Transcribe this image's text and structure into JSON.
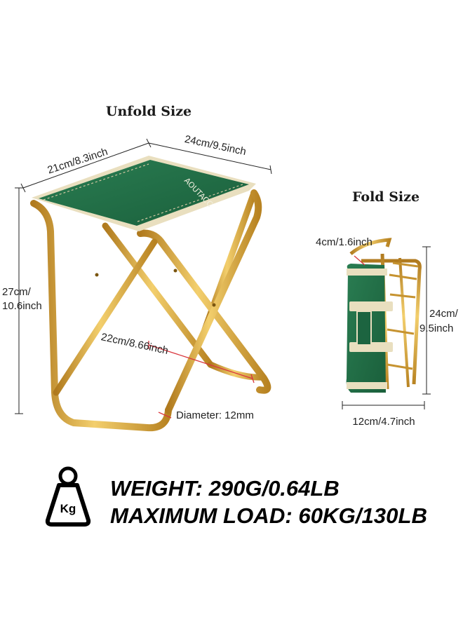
{
  "titles": {
    "unfold": "Unfold Size",
    "fold": "Fold Size"
  },
  "dimensions": {
    "seat_depth": "21cm/8.3inch",
    "seat_width": "24cm/9.5inch",
    "height_cm": "27cm/",
    "height_in": "10.6inch",
    "leg_span": "22cm/8.66inch",
    "tube_diameter": "Diameter: 12mm",
    "fold_thickness": "4cm/1.6inch",
    "fold_height_cm": "24cm/",
    "fold_height_in": "9.5inch",
    "fold_width": "12cm/4.7inch"
  },
  "specs": {
    "weight": "WEIGHT: 290G/0.64LB",
    "max_load": "MAXIMUM LOAD: 60KG/130LB"
  },
  "icon": {
    "name": "weight-icon",
    "label": "Kg"
  },
  "brand_on_seat": "AOUTACC",
  "colors": {
    "fabric_green": "#1f6e45",
    "trim_beige": "#e9dfbf",
    "frame_gold": "#d9a63a",
    "dimension_red": "#d9363e"
  }
}
